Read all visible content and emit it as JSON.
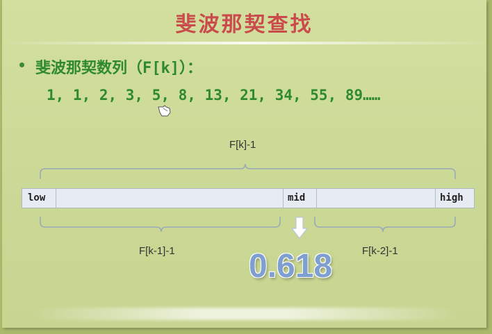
{
  "title": "斐波那契查找",
  "bullet": "斐波那契数列（F[k]）：",
  "sequence": "1, 1, 2, 3, 5, 8, 13, 21, 34, 55, 89……",
  "diagram": {
    "top_label": "F[k]-1",
    "left_label": "F[k-1]-1",
    "right_label": "F[k-2]-1",
    "cells": {
      "low": "low",
      "mid": "mid",
      "high": "high"
    },
    "ratio": "0.618"
  },
  "colors": {
    "title": "#c94b4b",
    "text_green": "#2f8a2f",
    "slide_bg": "#cfdc9c",
    "ratio": "#7f9fd0"
  }
}
